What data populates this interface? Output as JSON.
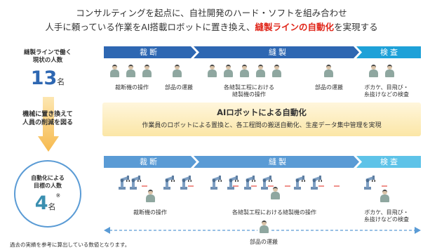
{
  "headline": {
    "line1": "コンサルティングを起点に、自社開発のハード・ソフトを組み合わせ",
    "line2_prefix": "人手に頼っている作業をAI搭載ロボットに置き換え、",
    "line2_emphasis": "縫製ラインの自動化",
    "line2_suffix": "を実現する"
  },
  "left": {
    "current_label": "縫製ラインで働く\n現状の人数",
    "current_number": "13",
    "current_unit": "名",
    "reduce_label": "機械に置き換えて\n人員の削減を図る",
    "target_label": "自動化による\n目標の人数",
    "target_number": "4",
    "target_unit": "名",
    "target_mark": "※"
  },
  "top_phases": [
    "裁断",
    "縫製",
    "検査"
  ],
  "bottom_phases": [
    "裁断",
    "縫製",
    "検査"
  ],
  "top_captions": {
    "cutting": "裁断機の操作",
    "transport1": "部品の運搬",
    "sewing": "各縫製工程における\n縫製機の操作",
    "transport2": "部品の運搬",
    "inspect": "ボカケ、目飛び・\n糸抜けなどの検査"
  },
  "ai_band": {
    "title": "AIロボットによる自動化",
    "subtitle": "作業員のロボットによる置換と、各工程間の搬送自動化、生産データ集中管理を実現"
  },
  "bottom_captions": {
    "cutting": "裁断機の操作",
    "sewing": "各縫製工程における縫製機の操作",
    "inspect": "ボカケ、目飛び・\n糸抜けなどの検査",
    "transport": "部品の運搬"
  },
  "footnote": "過去の実績を参考に算出している数値となります。",
  "colors": {
    "dark_blue": "#2e67b2",
    "cyan": "#1ea1d8",
    "teal_number": "#3a8fb0",
    "yellow_band": "#fbe6a6",
    "arrow_orange": "#f6b94d",
    "emphasis_red": "#e0261a"
  }
}
